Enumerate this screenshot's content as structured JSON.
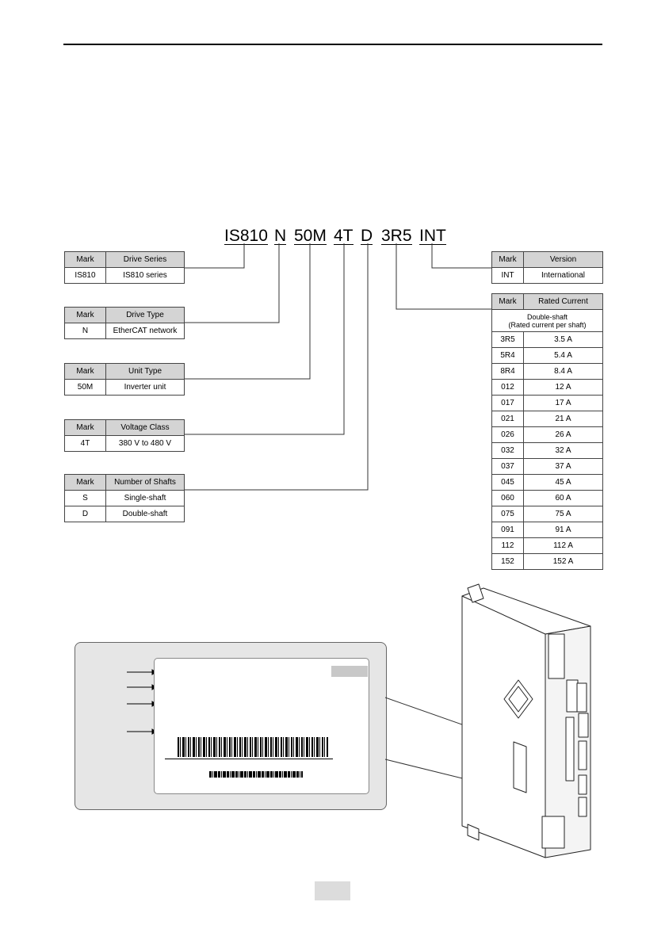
{
  "model_code": {
    "series": "IS810",
    "drive_type": "N",
    "unit_type": "50M",
    "voltage": "4T",
    "shafts": "D",
    "current": "3R5",
    "version": "INT"
  },
  "tables": {
    "drive_series": {
      "header": [
        "Mark",
        "Drive Series"
      ],
      "rows": [
        [
          "IS810",
          "IS810 series"
        ]
      ]
    },
    "drive_type": {
      "header": [
        "Mark",
        "Drive Type"
      ],
      "rows": [
        [
          "N",
          "EtherCAT network"
        ]
      ]
    },
    "unit_type": {
      "header": [
        "Mark",
        "Unit Type"
      ],
      "rows": [
        [
          "50M",
          "Inverter unit"
        ]
      ]
    },
    "voltage_class": {
      "header": [
        "Mark",
        "Voltage Class"
      ],
      "rows": [
        [
          "4T",
          "380 V to 480 V"
        ]
      ]
    },
    "number_of_shafts": {
      "header": [
        "Mark",
        "Number of Shafts"
      ],
      "rows": [
        [
          "S",
          "Single-shaft"
        ],
        [
          "D",
          "Double-shaft"
        ]
      ]
    },
    "version": {
      "header": [
        "Mark",
        "Version"
      ],
      "rows": [
        [
          "INT",
          "International"
        ]
      ]
    },
    "rated_current": {
      "header": [
        "Mark",
        "Rated Current"
      ],
      "subheader_1": "Double-shaft",
      "subheader_2": "(Rated current per shaft)",
      "rows": [
        [
          "3R5",
          "3.5 A"
        ],
        [
          "5R4",
          "5.4 A"
        ],
        [
          "8R4",
          "8.4 A"
        ],
        [
          "012",
          "12 A"
        ],
        [
          "017",
          "17 A"
        ],
        [
          "021",
          "21 A"
        ],
        [
          "026",
          "26 A"
        ],
        [
          "032",
          "32 A"
        ],
        [
          "037",
          "37 A"
        ],
        [
          "045",
          "45 A"
        ],
        [
          "060",
          "60 A"
        ],
        [
          "075",
          "75 A"
        ],
        [
          "091",
          "91 A"
        ],
        [
          "112",
          "112 A"
        ],
        [
          "152",
          "152 A"
        ]
      ]
    }
  },
  "colors": {
    "header_fill": "#d4d4d4",
    "label_panel": "#e6e6e6"
  }
}
